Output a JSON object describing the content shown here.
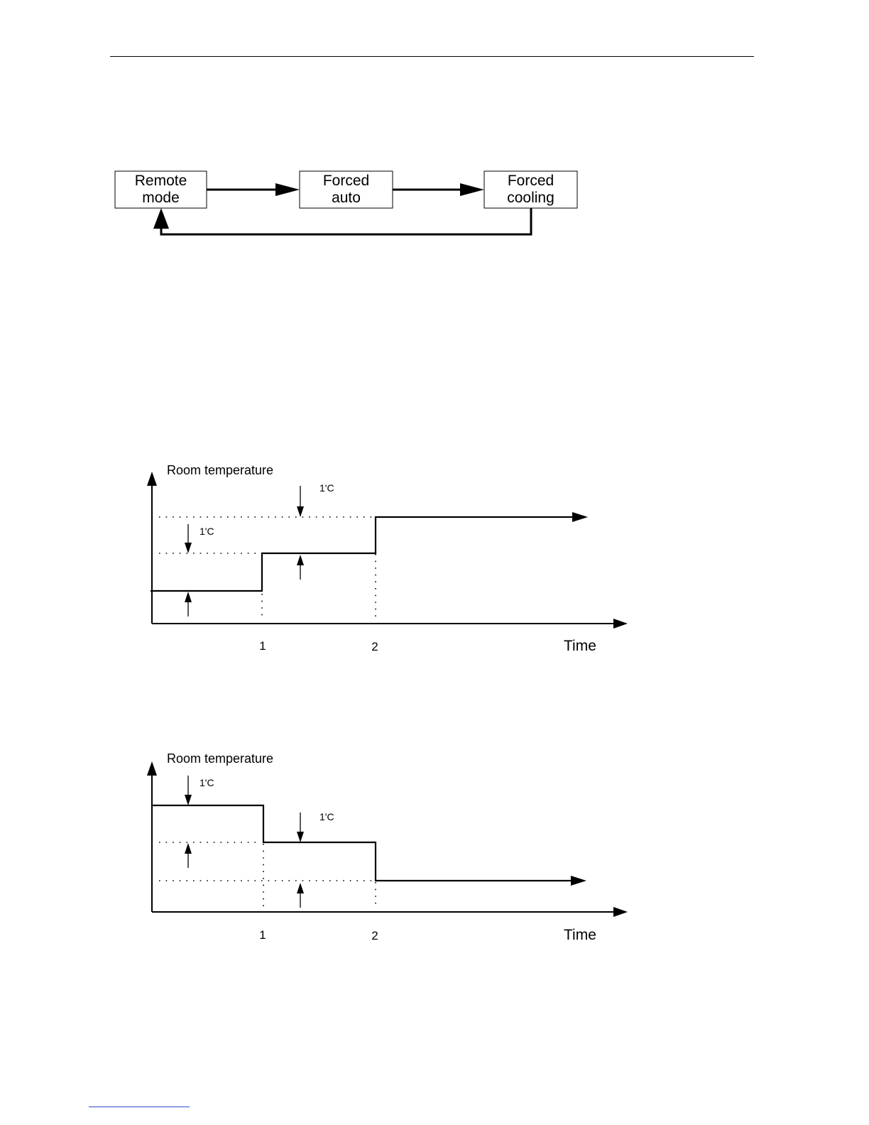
{
  "flow": {
    "boxes": [
      {
        "line1": "Remote",
        "line2": "mode"
      },
      {
        "line1": "Forced",
        "line2": "auto"
      },
      {
        "line1": "Forced",
        "line2": "cooling"
      }
    ]
  },
  "graph_rise": {
    "y_title": "Room temperature",
    "x_title": "Time",
    "tick_1": "1",
    "tick_2": "2",
    "step_a_label": "1'C",
    "step_b_label": "1'C"
  },
  "graph_fall": {
    "y_title": "Room temperature",
    "x_title": "Time",
    "tick_1": "1",
    "tick_2": "2",
    "step_a_label": "1'C",
    "step_b_label": "1'C"
  }
}
